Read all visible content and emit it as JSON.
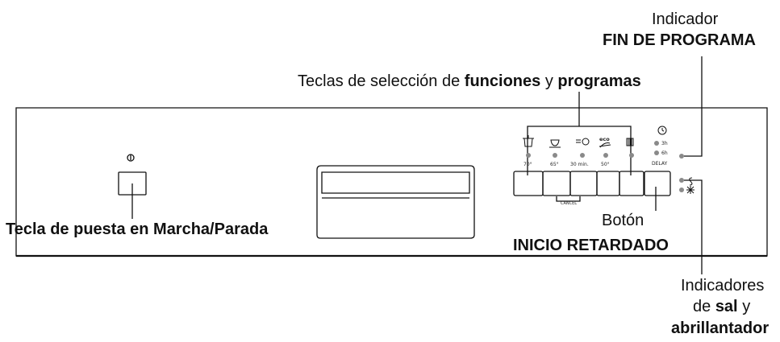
{
  "callouts": {
    "end_indicator_line1": "Indicador",
    "end_indicator_line2": "FIN DE PROGRAMA",
    "selection_keys_pre": "Teclas de selección de",
    "selection_keys_functions": "funciones",
    "selection_keys_and": "y",
    "selection_keys_programs": "programas",
    "power_key": "Tecla de puesta en Marcha/Parada",
    "delay_button_line1": "Botón",
    "delay_button_line2": "INICIO RETARDADO",
    "salt_line1": "Indicadores",
    "salt_de": "de",
    "salt_word": "sal",
    "salt_y": "y",
    "salt_line3": "abrillantador"
  },
  "panel": {
    "program_temps": [
      "70°",
      "65°",
      "30 min.",
      "50°"
    ],
    "eco_label": "eco",
    "delay_hours": [
      "3h",
      "6h"
    ],
    "delay_label": "DELAY",
    "cancel_label": "CANCEL"
  },
  "colors": {
    "line": "#111111",
    "led": "#8a8a8a"
  }
}
